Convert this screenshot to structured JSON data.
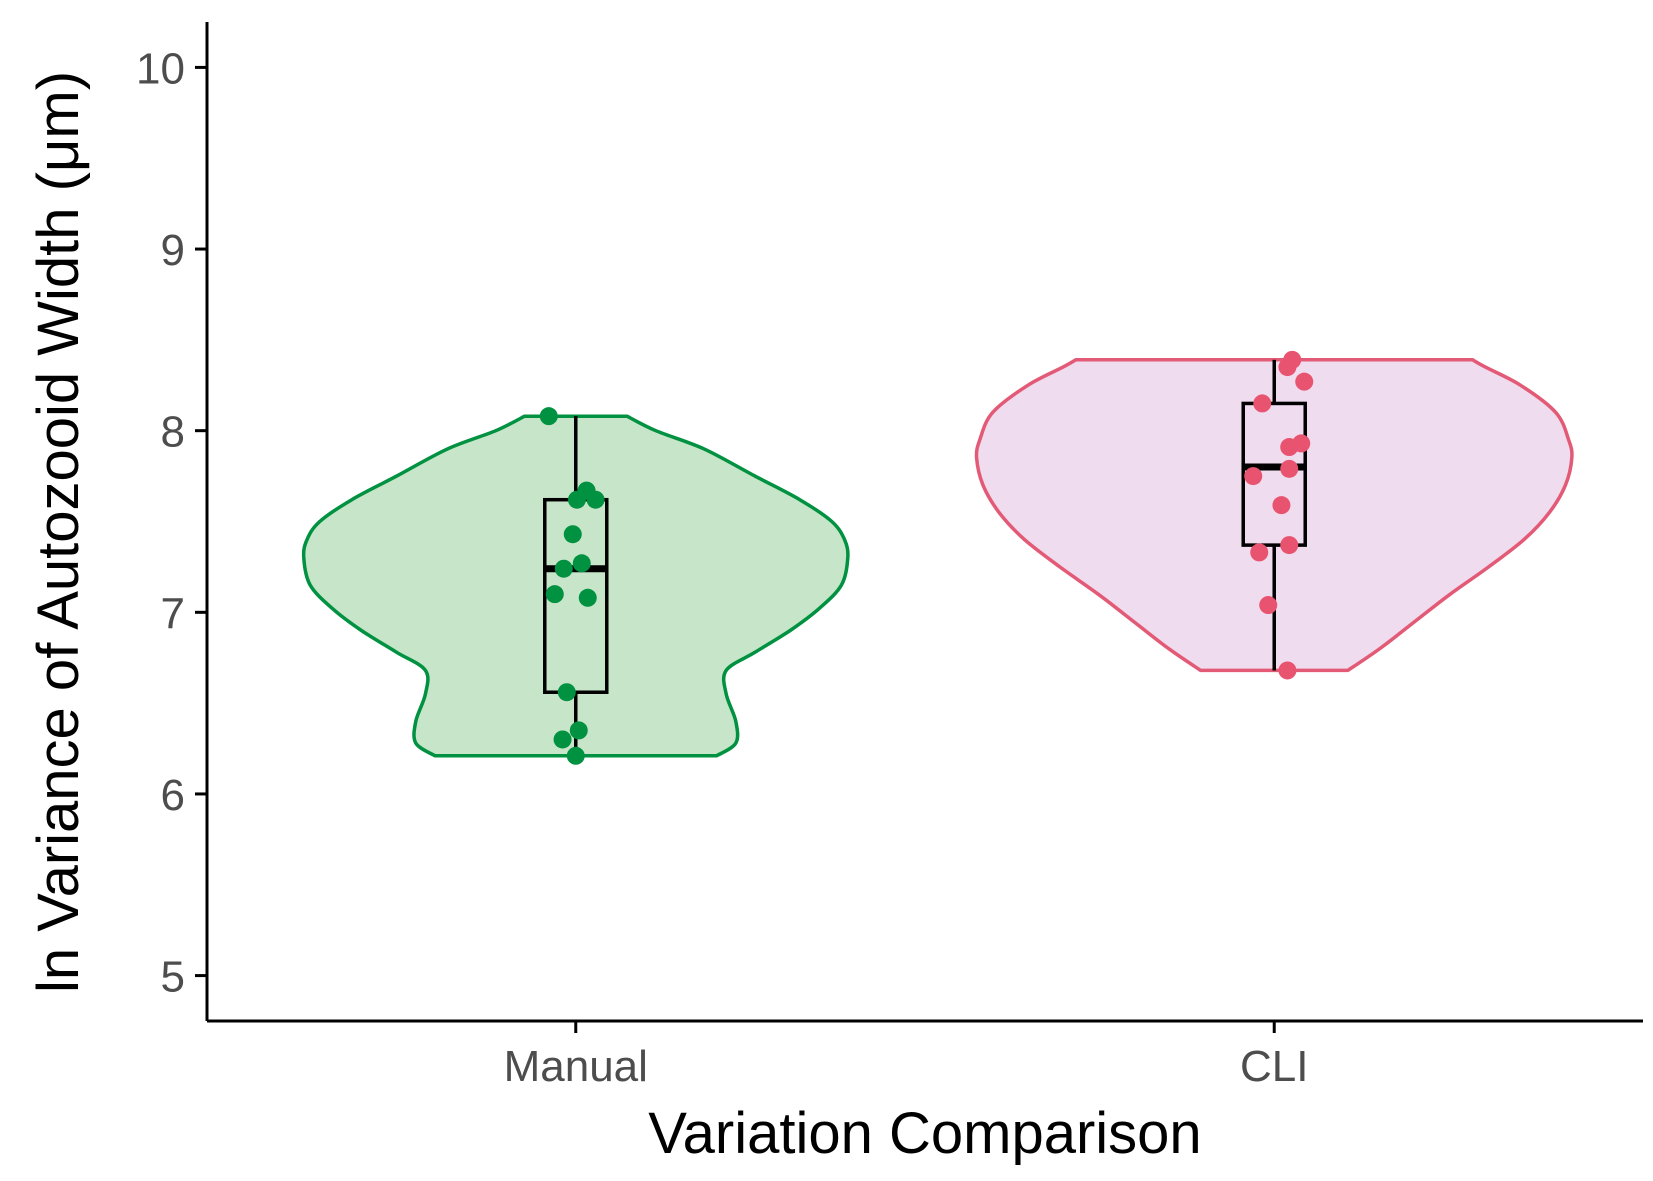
{
  "chart_data": {
    "type": "violin",
    "xlabel": "Variation Comparison",
    "ylabel": "ln Variance of Autozooid Width (μm)",
    "ylim": [
      4.75,
      10.25
    ],
    "yticks": [
      5,
      6,
      7,
      8,
      9,
      10
    ],
    "grid": false,
    "legend": "none",
    "categories": [
      "Manual",
      "CLI"
    ],
    "groups": [
      {
        "category": "Manual",
        "fill": "#c7e5c8",
        "stroke": "#009141",
        "point_color": "#009141",
        "violin_profile": [
          [
            6.21,
            0.44
          ],
          [
            6.28,
            0.5
          ],
          [
            6.4,
            0.5
          ],
          [
            6.55,
            0.47
          ],
          [
            6.68,
            0.47
          ],
          [
            6.78,
            0.56
          ],
          [
            6.9,
            0.67
          ],
          [
            7.02,
            0.76
          ],
          [
            7.15,
            0.83
          ],
          [
            7.3,
            0.85
          ],
          [
            7.4,
            0.84
          ],
          [
            7.5,
            0.8
          ],
          [
            7.62,
            0.7
          ],
          [
            7.75,
            0.56
          ],
          [
            7.9,
            0.4
          ],
          [
            8.0,
            0.25
          ],
          [
            8.08,
            0.16
          ]
        ],
        "box": {
          "whisker_low": 6.21,
          "q1": 6.56,
          "median": 7.24,
          "q3": 7.62,
          "whisker_high": 8.08
        },
        "points": [
          [
            -0.045,
            8.08
          ],
          [
            0.0,
            6.21
          ],
          [
            -0.022,
            6.3
          ],
          [
            0.005,
            6.35
          ],
          [
            -0.015,
            6.56
          ],
          [
            -0.035,
            7.1
          ],
          [
            0.02,
            7.08
          ],
          [
            -0.02,
            7.24
          ],
          [
            0.01,
            7.27
          ],
          [
            -0.005,
            7.43
          ],
          [
            0.002,
            7.62
          ],
          [
            0.018,
            7.67
          ],
          [
            0.033,
            7.62
          ]
        ]
      },
      {
        "category": "CLI",
        "fill": "#f0dcef",
        "stroke": "#e35a76",
        "point_color": "#e8536f",
        "violin_profile": [
          [
            6.68,
            0.23
          ],
          [
            6.8,
            0.33
          ],
          [
            6.95,
            0.44
          ],
          [
            7.1,
            0.55
          ],
          [
            7.25,
            0.67
          ],
          [
            7.4,
            0.78
          ],
          [
            7.55,
            0.86
          ],
          [
            7.7,
            0.91
          ],
          [
            7.85,
            0.93
          ],
          [
            7.95,
            0.92
          ],
          [
            8.1,
            0.88
          ],
          [
            8.25,
            0.77
          ],
          [
            8.35,
            0.66
          ],
          [
            8.39,
            0.62
          ]
        ],
        "box": {
          "whisker_low": 6.68,
          "q1": 7.37,
          "median": 7.8,
          "q3": 8.15,
          "whisker_high": 8.39
        },
        "points": [
          [
            0.022,
            6.68
          ],
          [
            -0.01,
            7.04
          ],
          [
            -0.025,
            7.33
          ],
          [
            0.025,
            7.37
          ],
          [
            0.012,
            7.59
          ],
          [
            -0.035,
            7.75
          ],
          [
            0.025,
            7.79
          ],
          [
            0.025,
            7.91
          ],
          [
            0.045,
            7.93
          ],
          [
            -0.02,
            8.15
          ],
          [
            0.05,
            8.27
          ],
          [
            0.022,
            8.35
          ],
          [
            0.03,
            8.39
          ]
        ]
      }
    ]
  }
}
